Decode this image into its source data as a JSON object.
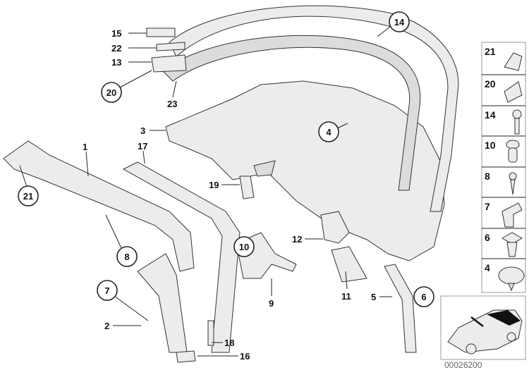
{
  "diagram": {
    "callouts_plain": [
      "15",
      "22",
      "13",
      "23",
      "3",
      "17",
      "1",
      "19",
      "12",
      "9",
      "11",
      "5",
      "2",
      "18",
      "16"
    ],
    "callouts_circled": [
      "14",
      "20",
      "4",
      "21",
      "8",
      "10",
      "7",
      "6"
    ],
    "legend": [
      {
        "number": "21",
        "icon": "clip-icon"
      },
      {
        "number": "20",
        "icon": "clamp-icon"
      },
      {
        "number": "14",
        "icon": "screw-icon"
      },
      {
        "number": "10",
        "icon": "expanding-nut-icon"
      },
      {
        "number": "8",
        "icon": "tapping-screw-icon"
      },
      {
        "number": "7",
        "icon": "retainer-clip-icon"
      },
      {
        "number": "6",
        "icon": "plastic-nut-icon"
      },
      {
        "number": "4",
        "icon": "plug-icon"
      }
    ],
    "image_number": "00026200"
  }
}
